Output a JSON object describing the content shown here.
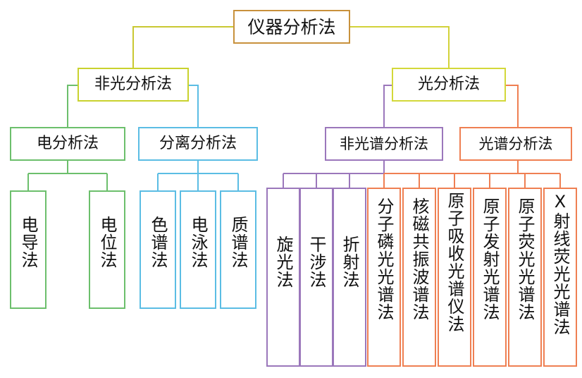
{
  "diagram": {
    "title": "仪器分析法",
    "type": "hierarchy-tree",
    "orientation": "top-down",
    "colors": {
      "root": "#c8913c",
      "non_optical": "#c9d22e",
      "optical": "#d3d83a",
      "electro": "#6cbf6c",
      "separation": "#5bbde4",
      "non_spectral": "#9b77bb",
      "spectral": "#ef7f52",
      "text": "#111111",
      "background": "#ffffff"
    }
  },
  "nodes": {
    "root": {
      "label": "仪器分析法"
    },
    "level2": [
      {
        "id": "non_optical",
        "label": "非光分析法"
      },
      {
        "id": "optical",
        "label": "光分析法"
      }
    ],
    "level3": [
      {
        "id": "electro",
        "label": "电分析法"
      },
      {
        "id": "separation",
        "label": "分离分析法"
      },
      {
        "id": "non_spectral",
        "label": "非光谱分析法"
      },
      {
        "id": "spectral",
        "label": "光谱分析法"
      }
    ],
    "leaves": {
      "electro": [
        {
          "label": "电导法"
        },
        {
          "label": "电位法"
        }
      ],
      "separation": [
        {
          "label": "色谱法"
        },
        {
          "label": "电泳法"
        },
        {
          "label": "质谱法"
        }
      ],
      "non_spectral": [
        {
          "label": "旋光法"
        },
        {
          "label": "干涉法"
        },
        {
          "label": "折射法"
        }
      ],
      "spectral": [
        {
          "label": "分子磷光光谱法"
        },
        {
          "label": "核磁共振波谱法"
        },
        {
          "label": "原子吸收光谱仪法"
        },
        {
          "label": "原子发射光谱法"
        },
        {
          "label": "原子荧光光谱法"
        },
        {
          "label": "X射线荧光光谱法"
        }
      ]
    }
  }
}
